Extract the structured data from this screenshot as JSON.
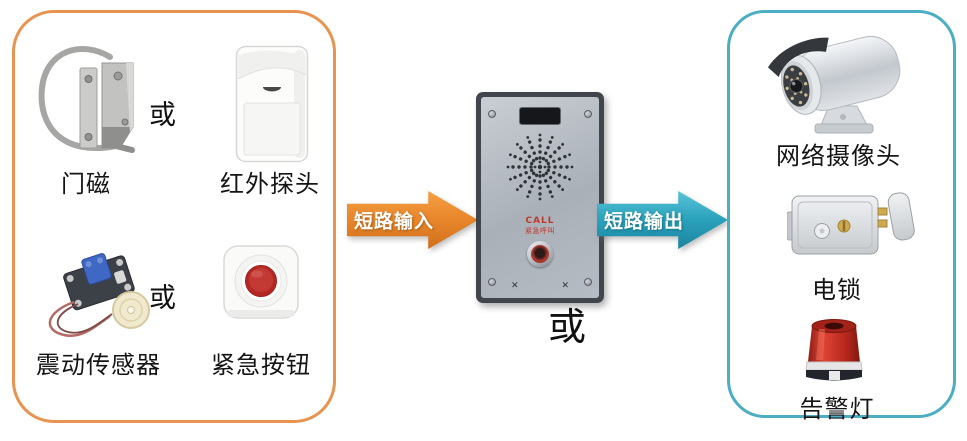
{
  "left_panel": {
    "border_color": "#E89350",
    "or_top": "或",
    "or_bottom": "或",
    "items": [
      {
        "id": "door-magnet",
        "label": "门磁"
      },
      {
        "id": "infrared-detector",
        "label": "红外探头"
      },
      {
        "id": "vibration-sensor",
        "label": "震动传感器"
      },
      {
        "id": "emergency-button",
        "label": "紧急按钮"
      }
    ]
  },
  "center": {
    "input_arrow": {
      "label": "短路输入",
      "color": "#E8862B"
    },
    "output_arrow": {
      "label": "短路输出",
      "color": "#2BA2BC"
    },
    "intercom": {
      "call_label": "CALL",
      "call_sublabel": "紧急呼叫",
      "bottom_mark": "✕"
    },
    "or_label": "或"
  },
  "right_panel": {
    "border_color": "#4BAEC3",
    "items": [
      {
        "id": "network-camera",
        "label": "网络摄像头"
      },
      {
        "id": "electric-lock",
        "label": "电锁"
      },
      {
        "id": "alarm-light",
        "label": "告警灯"
      }
    ]
  }
}
